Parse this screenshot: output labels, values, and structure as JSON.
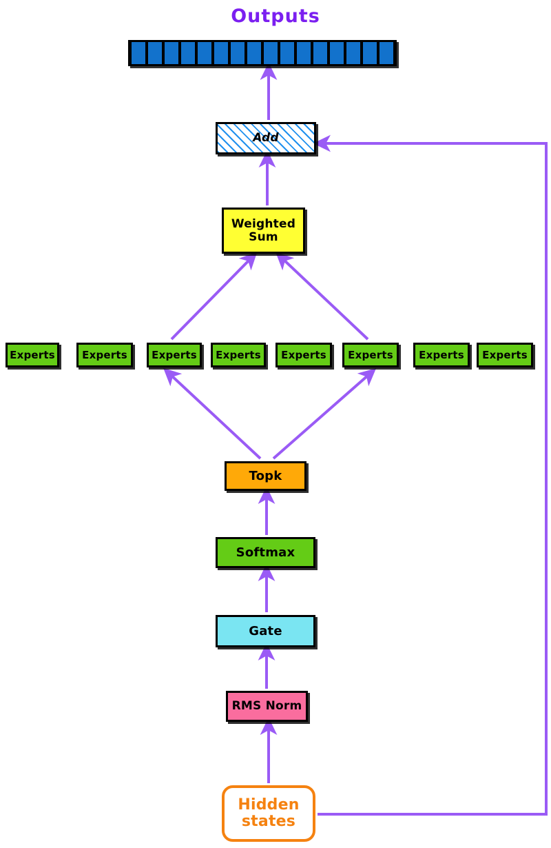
{
  "diagram": {
    "title": "Outputs",
    "title_color": "#7b1ff0",
    "arrow_color": "#9a5bf5",
    "background": "#ffffff"
  },
  "outputs": {
    "label": "Outputs",
    "cell_count": 16,
    "cell_color": "#1272cc",
    "border_color": "#000000"
  },
  "nodes": {
    "add": {
      "label": "Add",
      "fill": "hatched-blue-on-white",
      "hatch_color": "#1f90ef",
      "border": "#000000"
    },
    "weighted_sum": {
      "line1": "Weighted",
      "line2": "Sum",
      "fill": "#ffff33",
      "border": "#000000"
    },
    "topk": {
      "label": "Topk",
      "fill": "#ffa908",
      "border": "#000000"
    },
    "softmax": {
      "label": "Softmax",
      "fill": "#64cc16",
      "border": "#000000"
    },
    "gate": {
      "label": "Gate",
      "fill": "#7ae5f2",
      "border": "#000000"
    },
    "rms_norm": {
      "label": "RMS Norm",
      "fill": "#fa6d9e",
      "border": "#000000"
    },
    "hidden_states": {
      "line1": "Hidden",
      "line2": "states",
      "fill": "#ffffff",
      "border": "#f58210",
      "text_color": "#f58210"
    }
  },
  "experts": {
    "fill": "#64cc16",
    "border": "#000000",
    "items": [
      {
        "label": "Experts",
        "active": false
      },
      {
        "label": "Experts",
        "active": false
      },
      {
        "label": "Experts",
        "active": true
      },
      {
        "label": "Experts",
        "active": false
      },
      {
        "label": "Experts",
        "active": false
      },
      {
        "label": "Experts",
        "active": true
      },
      {
        "label": "Experts",
        "active": false
      },
      {
        "label": "Experts",
        "active": false
      }
    ]
  },
  "edges": [
    {
      "from": "add",
      "to": "outputs",
      "kind": "arrow-up"
    },
    {
      "from": "weighted_sum",
      "to": "add",
      "kind": "arrow-up"
    },
    {
      "from": "expert-2",
      "to": "weighted_sum",
      "kind": "arrow-diagonal"
    },
    {
      "from": "expert-5",
      "to": "weighted_sum",
      "kind": "arrow-diagonal"
    },
    {
      "from": "topk",
      "to": "expert-2",
      "kind": "arrow-diagonal"
    },
    {
      "from": "topk",
      "to": "expert-5",
      "kind": "arrow-diagonal"
    },
    {
      "from": "softmax",
      "to": "topk",
      "kind": "arrow-up"
    },
    {
      "from": "gate",
      "to": "softmax",
      "kind": "arrow-up"
    },
    {
      "from": "rms_norm",
      "to": "gate",
      "kind": "arrow-up"
    },
    {
      "from": "hidden_states",
      "to": "rms_norm",
      "kind": "arrow-up"
    },
    {
      "from": "hidden_states",
      "to": "add",
      "kind": "skip-connection-right"
    }
  ]
}
